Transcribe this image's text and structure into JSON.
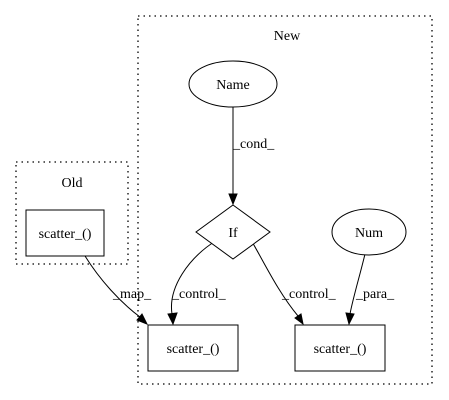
{
  "clusters": {
    "old": {
      "label": "Old"
    },
    "new": {
      "label": "New"
    }
  },
  "nodes": {
    "old_scatter": {
      "label": "scatter_()"
    },
    "name": {
      "label": "Name"
    },
    "if": {
      "label": "If"
    },
    "num": {
      "label": "Num"
    },
    "new_scatter_left": {
      "label": "scatter_()"
    },
    "new_scatter_right": {
      "label": "scatter_()"
    }
  },
  "edges": {
    "name_to_if": {
      "label": "_cond_"
    },
    "if_to_left": {
      "label": "_control_"
    },
    "if_to_right": {
      "label": "_control_"
    },
    "num_to_right": {
      "label": "_para_"
    },
    "old_to_left": {
      "label": "_map_"
    }
  }
}
